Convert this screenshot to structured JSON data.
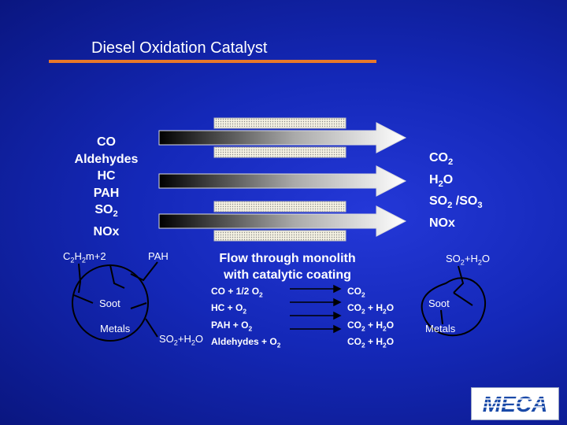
{
  "title": "Diesel Oxidation Catalyst",
  "inputs": [
    "CO",
    "Aldehydes",
    "HC",
    "PAH",
    "SO2",
    "NOx"
  ],
  "outputs": [
    "CO2",
    "H2O",
    "SO2 /SO3",
    "NOx"
  ],
  "left_particle": {
    "hc_label": "C2H2m+2",
    "pah_label": "PAH",
    "soot_label": "Soot",
    "metals_label": "Metals",
    "so2_label": "SO2+H2O"
  },
  "flow_label_line1": "Flow through monolith",
  "flow_label_line2": "with catalytic coating",
  "reactions": [
    "CO + 1/2 O2",
    "HC + O2",
    "PAH + O2",
    "Aldehydes + O2"
  ],
  "products": [
    "CO2",
    "CO2 + H2O",
    "CO2 + H2O",
    "CO2 + H2O"
  ],
  "right_particle": {
    "so2_label": "SO2+H2O",
    "soot_label": "Soot",
    "metals_label": "Metals"
  },
  "logo_text": "MECA",
  "colors": {
    "background": "#1428b8",
    "title_rule": "#e8782a",
    "logo": "#1a4aa8"
  }
}
